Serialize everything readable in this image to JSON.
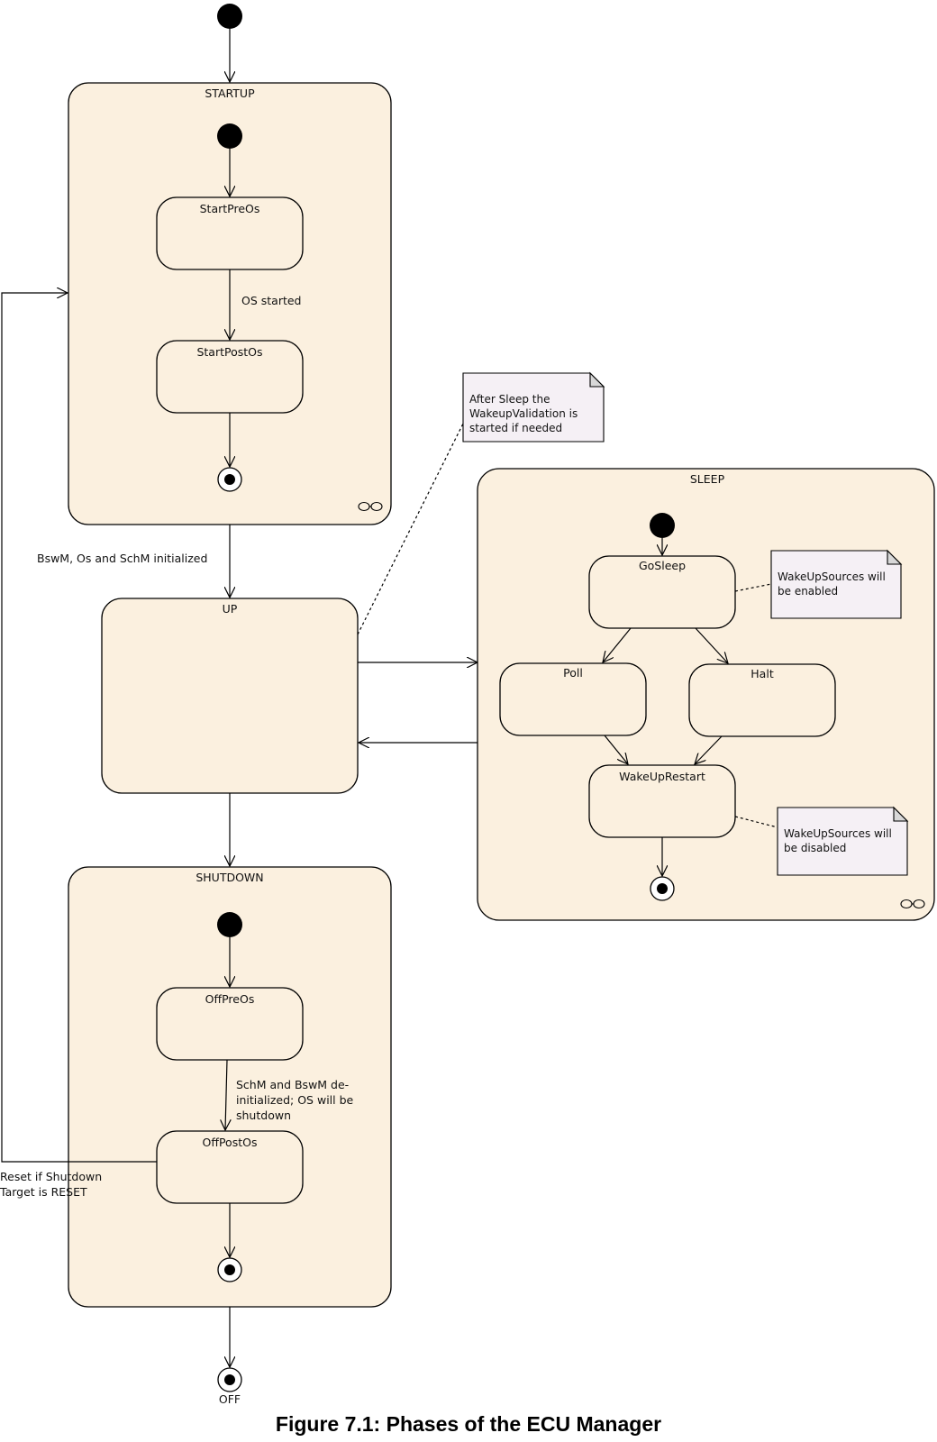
{
  "states": {
    "startup": "STARTUP",
    "start_pre_os": "StartPreOs",
    "start_post_os": "StartPostOs",
    "up": "UP",
    "sleep": "SLEEP",
    "go_sleep": "GoSleep",
    "poll": "Poll",
    "halt": "Halt",
    "wakeup_restart": "WakeUpRestart",
    "shutdown": "SHUTDOWN",
    "off_pre_os": "OffPreOs",
    "off_post_os": "OffPostOs",
    "off": "OFF"
  },
  "transitions": {
    "os_started": "OS started",
    "bswm_initialized": "BswM, Os and SchM initialized",
    "schm_deinit_1": "SchM and BswM de-",
    "schm_deinit_2": "initialized; OS will be",
    "schm_deinit_3": "shutdown",
    "reset_1": "Reset if Shutdown",
    "reset_2": "Target is RESET"
  },
  "notes": {
    "wakeup_validation_1": "After Sleep the",
    "wakeup_validation_2": "WakeupValidation is",
    "wakeup_validation_3": "started if needed",
    "sources_enabled_1": "WakeUpSources will",
    "sources_enabled_2": "be enabled",
    "sources_disabled_1": "WakeUpSources will",
    "sources_disabled_2": "be disabled"
  },
  "caption": "Figure 7.1: Phases of the ECU Manager"
}
